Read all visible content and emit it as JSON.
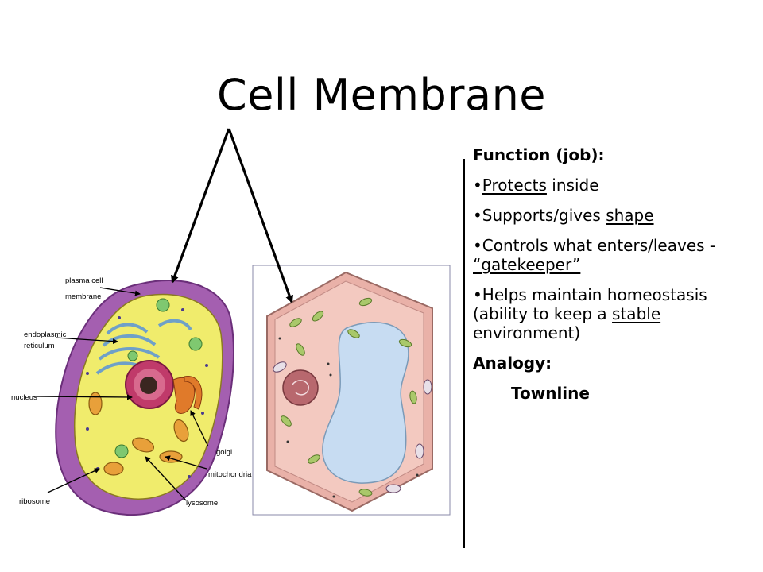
{
  "title": "Cell Membrane",
  "diagram_labels": {
    "plasma_line1": "plasma cell",
    "plasma_line2": "membrane",
    "er_line1": "endoplasmic",
    "er_line2": "reticulum",
    "nucleus": "nucleus",
    "golgi": "golgi",
    "mitochondria": "mitochondria",
    "lysosome": "lysosome",
    "ribosome": "ribosome"
  },
  "function": {
    "heading": "Function (job):",
    "items": [
      {
        "bullet": "•",
        "pre": "",
        "u": "Protects",
        "post": " inside"
      },
      {
        "bullet": "•",
        "pre": "Supports/gives ",
        "u": "shape",
        "post": ""
      },
      {
        "bullet": "•",
        "pre": "Controls what enters/leaves - ",
        "u": "“gatekeeper”",
        "post": ""
      },
      {
        "bullet": "•",
        "pre": "Helps maintain homeostasis (ability to keep a ",
        "u": "stable",
        "post": " environment)"
      }
    ]
  },
  "analogy": {
    "heading": "Analogy:",
    "value": "Townline"
  },
  "colors": {
    "cell_wall_purple": "#a45fb0",
    "animal_cytoplasm": "#f0ec6c",
    "plant_wall": "#e9b1a8",
    "vacuole": "#c7dcf2",
    "chloroplast": "#a9c86a"
  }
}
